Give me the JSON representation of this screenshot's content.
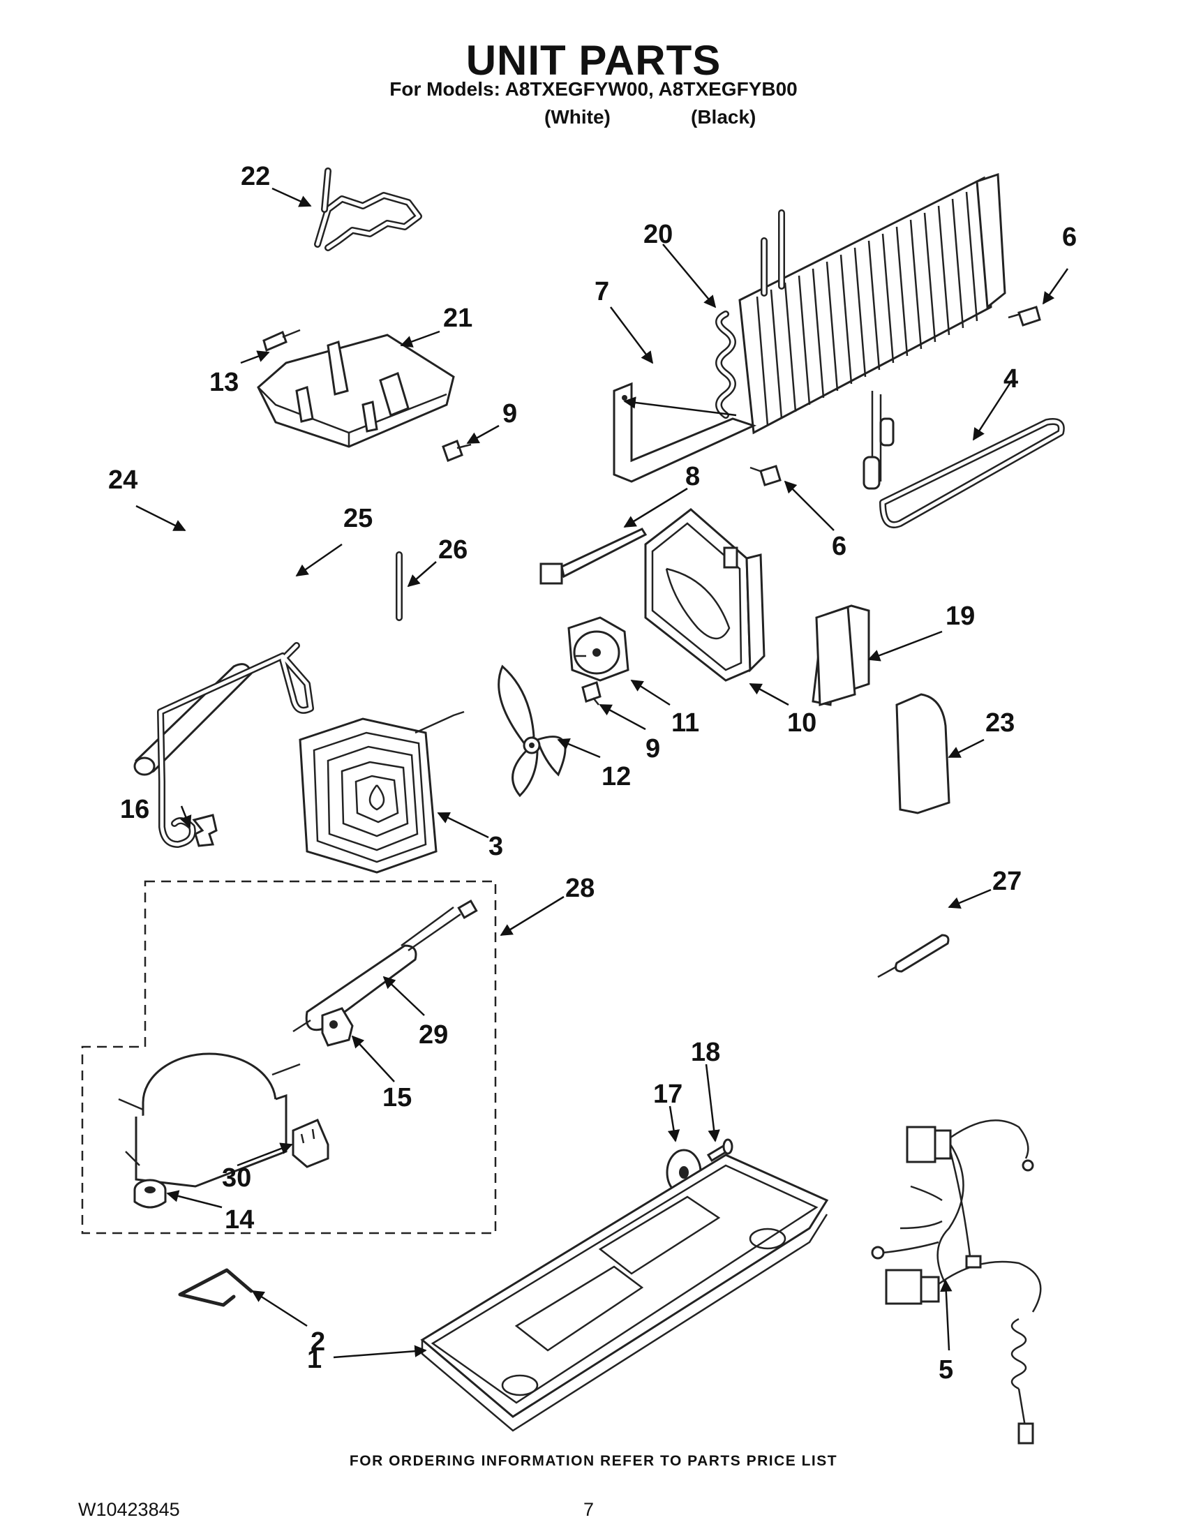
{
  "header": {
    "title": "UNIT PARTS",
    "models_line": "For Models: A8TXEGFYW00, A8TXEGFYB00",
    "color_white": "(White)",
    "color_black": "(Black)"
  },
  "callouts": {
    "c1": "1",
    "c2": "2",
    "c3": "3",
    "c4": "4",
    "c5": "5",
    "c6a": "6",
    "c6b": "6",
    "c7": "7",
    "c8": "8",
    "c9a": "9",
    "c9b": "9",
    "c10": "10",
    "c11": "11",
    "c12": "12",
    "c13": "13",
    "c14": "14",
    "c15": "15",
    "c16": "16",
    "c17": "17",
    "c18": "18",
    "c19": "19",
    "c20": "20",
    "c21": "21",
    "c22": "22",
    "c23": "23",
    "c24": "24",
    "c25": "25",
    "c26": "26",
    "c27": "27",
    "c28": "28",
    "c29": "29",
    "c30": "30"
  },
  "footer": {
    "ordering_note": "FOR ORDERING INFORMATION REFER TO PARTS PRICE LIST",
    "document_number": "W10423845",
    "page_number": "7"
  }
}
